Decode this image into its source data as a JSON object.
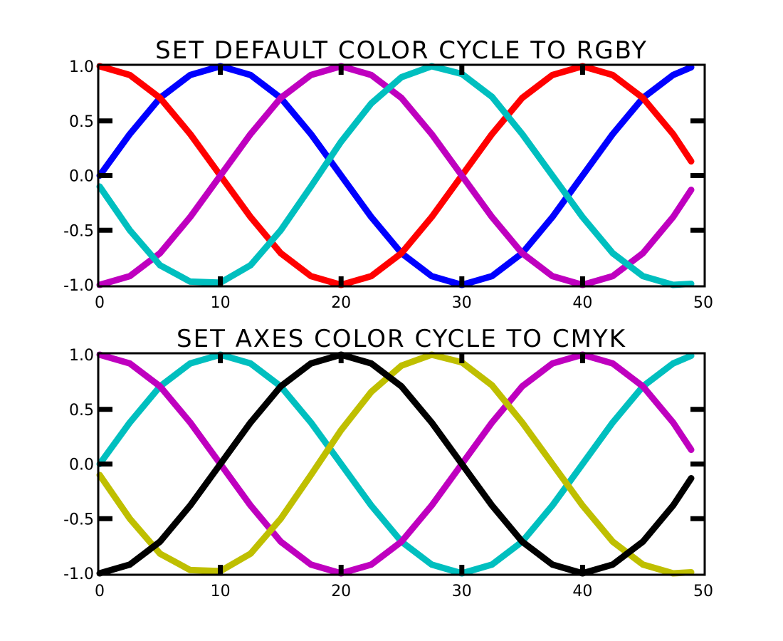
{
  "chart_data": [
    {
      "type": "line",
      "title": "Set default color cycle to rgby",
      "xlabel": "",
      "ylabel": "",
      "xlim": [
        0,
        50
      ],
      "ylim": [
        -1.0,
        1.0
      ],
      "xticks": [
        "0",
        "10",
        "20",
        "30",
        "40",
        "50"
      ],
      "yticks": [
        "-1.0",
        "-0.5",
        "0.0",
        "0.5",
        "1.0"
      ],
      "grid": false,
      "x": [
        0,
        2.5,
        5,
        7.5,
        10,
        12.5,
        15,
        17.5,
        20,
        22.5,
        25,
        27.5,
        30,
        32.5,
        35,
        37.5,
        40,
        42.5,
        45,
        47.5,
        49
      ],
      "series": [
        {
          "color": "#0000ff",
          "values": [
            0.0,
            0.38,
            0.71,
            0.92,
            1.0,
            0.92,
            0.71,
            0.38,
            0.0,
            -0.38,
            -0.71,
            -0.92,
            -1.0,
            -0.92,
            -0.71,
            -0.38,
            0.0,
            0.38,
            0.71,
            0.92,
            0.99
          ]
        },
        {
          "color": "#ff0000",
          "values": [
            1.0,
            0.92,
            0.71,
            0.38,
            0.0,
            -0.38,
            -0.71,
            -0.92,
            -1.0,
            -0.92,
            -0.71,
            -0.38,
            0.0,
            0.38,
            0.71,
            0.92,
            1.0,
            0.92,
            0.71,
            0.38,
            0.13
          ]
        },
        {
          "color": "#bf00bf",
          "values": [
            -1.0,
            -0.92,
            -0.71,
            -0.38,
            0.0,
            0.38,
            0.71,
            0.92,
            1.0,
            0.92,
            0.71,
            0.38,
            0.0,
            -0.38,
            -0.71,
            -0.92,
            -1.0,
            -0.92,
            -0.71,
            -0.38,
            -0.13
          ]
        },
        {
          "color": "#00bfbf",
          "values": [
            -0.1,
            -0.5,
            -0.82,
            -0.97,
            -0.98,
            -0.82,
            -0.5,
            -0.1,
            0.31,
            0.66,
            0.9,
            1.0,
            0.93,
            0.72,
            0.38,
            0.0,
            -0.38,
            -0.71,
            -0.92,
            -1.0,
            -0.99
          ]
        }
      ]
    },
    {
      "type": "line",
      "title": "Set axes color cycle to cmyk",
      "xlabel": "",
      "ylabel": "",
      "xlim": [
        0,
        50
      ],
      "ylim": [
        -1.0,
        1.0
      ],
      "xticks": [
        "0",
        "10",
        "20",
        "30",
        "40",
        "50"
      ],
      "yticks": [
        "-1.0",
        "-0.5",
        "0.0",
        "0.5",
        "1.0"
      ],
      "grid": false,
      "x": [
        0,
        2.5,
        5,
        7.5,
        10,
        12.5,
        15,
        17.5,
        20,
        22.5,
        25,
        27.5,
        30,
        32.5,
        35,
        37.5,
        40,
        42.5,
        45,
        47.5,
        49
      ],
      "series": [
        {
          "color": "#00bfbf",
          "values": [
            0.0,
            0.38,
            0.71,
            0.92,
            1.0,
            0.92,
            0.71,
            0.38,
            0.0,
            -0.38,
            -0.71,
            -0.92,
            -1.0,
            -0.92,
            -0.71,
            -0.38,
            0.0,
            0.38,
            0.71,
            0.92,
            0.99
          ]
        },
        {
          "color": "#bf00bf",
          "values": [
            1.0,
            0.92,
            0.71,
            0.38,
            0.0,
            -0.38,
            -0.71,
            -0.92,
            -1.0,
            -0.92,
            -0.71,
            -0.38,
            0.0,
            0.38,
            0.71,
            0.92,
            1.0,
            0.92,
            0.71,
            0.38,
            0.13
          ]
        },
        {
          "color": "#bfbf00",
          "values": [
            -0.1,
            -0.5,
            -0.82,
            -0.97,
            -0.98,
            -0.82,
            -0.5,
            -0.1,
            0.31,
            0.66,
            0.9,
            1.0,
            0.93,
            0.72,
            0.38,
            0.0,
            -0.38,
            -0.71,
            -0.92,
            -1.0,
            -0.99
          ]
        },
        {
          "color": "#000000",
          "values": [
            -1.0,
            -0.92,
            -0.71,
            -0.38,
            0.0,
            0.38,
            0.71,
            0.92,
            1.0,
            0.92,
            0.71,
            0.38,
            0.0,
            -0.38,
            -0.71,
            -0.92,
            -1.0,
            -0.92,
            -0.71,
            -0.38,
            -0.13
          ]
        }
      ]
    }
  ]
}
